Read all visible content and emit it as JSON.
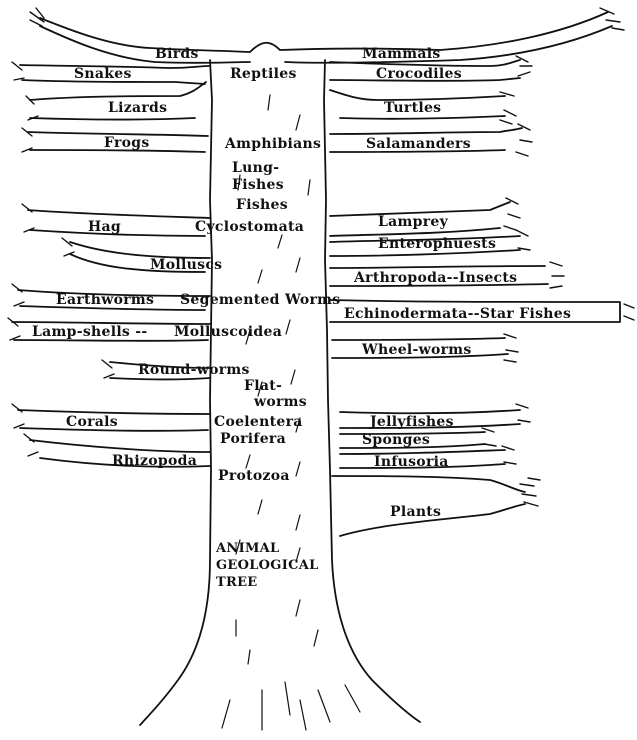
{
  "diagram": {
    "title_lines": [
      "ANIMAL",
      "GEOLOGICAL",
      "TREE"
    ],
    "trunk_labels": {
      "reptiles": "Reptiles",
      "amphibians": "Amphibians",
      "lung_fishes_1": "Lung-",
      "lung_fishes_2": "Fishes",
      "fishes": "Fishes",
      "cyclostomata": "Cyclostomata",
      "segmented_worms": "Segemented Worms",
      "molluscoidea": "Molluscoidea",
      "flatworms_1": "Flat-",
      "flatworms_2": "worms",
      "coelentera": "Coelentera",
      "porifera": "Porifera",
      "protozoa": "Protozoa"
    },
    "left_branches": {
      "birds": "Birds",
      "snakes": "Snakes",
      "lizards": "Lizards",
      "frogs": "Frogs",
      "hag": "Hag",
      "molluscs": "Molluscs",
      "earthworms": "Earthworms",
      "lamp_shells": "Lamp-shells --",
      "round_worms": "Round-worms",
      "corals": "Corals",
      "rhizopoda": "Rhizopoda"
    },
    "right_branches": {
      "mammals": "Mammals",
      "crocodiles": "Crocodiles",
      "turtles": "Turtles",
      "salamanders": "Salamanders",
      "lamprey": "Lamprey",
      "enterophuests": "Enterophuests",
      "arthropoda": "Arthropoda--Insects",
      "echinodermata": "Echinodermata--Star Fishes",
      "wheel_worms": "Wheel-worms",
      "jellyfishes": "Jellyfishes",
      "sponges": "Sponges",
      "infusoria": "Infusoria",
      "plants": "Plants"
    }
  }
}
